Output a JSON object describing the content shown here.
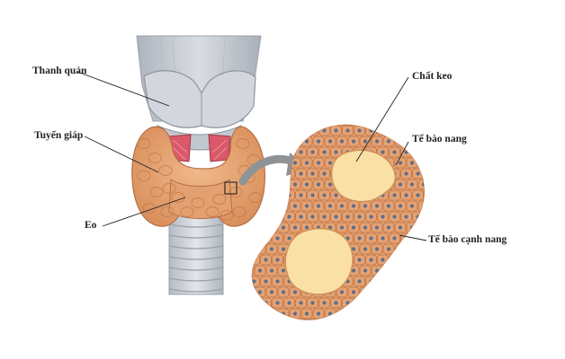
{
  "labels": {
    "larynx": "Thanh quản",
    "thyroid": "Tuyến giáp",
    "isthmus": "Eo",
    "colloid": "Chất keo",
    "follicular_cell": "Tế bào nang",
    "parafollicular_cell": "Tế bào cạnh nang"
  },
  "colors": {
    "thyroid_tissue": "#e8a877",
    "cell": "#e6a272",
    "cell_border": "#b66e43",
    "nucleus": "#5a6f8c",
    "colloid": "#fbe0a6",
    "cartilage": "#c9ced6",
    "arrow": "#8f9396"
  }
}
